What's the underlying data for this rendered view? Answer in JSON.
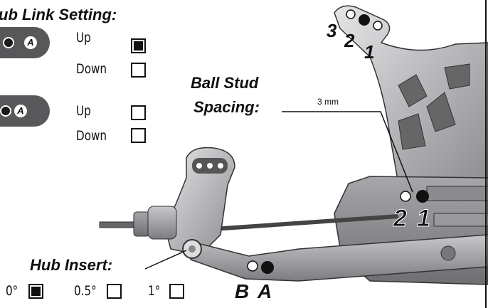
{
  "hub_link": {
    "title": "ub Link Setting:",
    "rows": [
      {
        "hole_label": "A",
        "options": [
          {
            "label": "Up",
            "checked": true
          },
          {
            "label": "Down",
            "checked": false
          }
        ]
      },
      {
        "hole_label": "A",
        "options": [
          {
            "label": "Up",
            "checked": false
          },
          {
            "label": "Down",
            "checked": false
          }
        ]
      }
    ]
  },
  "ball_stud": {
    "title_line1": "Ball Stud",
    "title_line2": "Spacing:",
    "dimension": "3 mm",
    "positions": [
      "2",
      "1"
    ]
  },
  "tower_positions": [
    "3",
    "2",
    "1"
  ],
  "hub_insert": {
    "title": "Hub Insert:",
    "options": [
      {
        "label": "0°",
        "checked": true
      },
      {
        "label": "0.5°",
        "checked": false
      },
      {
        "label": "1°",
        "checked": false
      }
    ]
  },
  "arm_positions": [
    "B",
    "A"
  ]
}
